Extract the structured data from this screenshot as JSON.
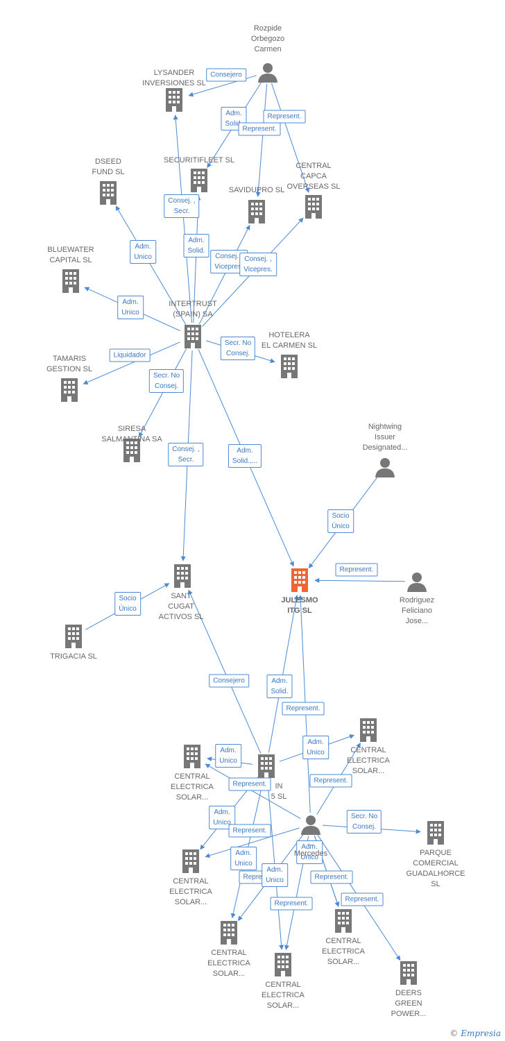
{
  "colors": {
    "node": "#777777",
    "main_node": "#ee6633",
    "edge": "#4a8ad6",
    "label_text": "#3b78c2"
  },
  "nodes": [
    {
      "id": "rozpide",
      "type": "person",
      "label": "Rozpide\nOrbegozo\nCarmen"
    },
    {
      "id": "lysander",
      "type": "company",
      "label": "LYSANDER\nINVERSIONES SL"
    },
    {
      "id": "securitifleet",
      "type": "company",
      "label": "SECURITIFLEET SL"
    },
    {
      "id": "dseed",
      "type": "company",
      "label": "DSEED\nFUND  SL"
    },
    {
      "id": "savidupro",
      "type": "company",
      "label": "SAVIDUPRO SL"
    },
    {
      "id": "capca",
      "type": "company",
      "label": "CENTRAL\nCAPCA\nOVERSEAS SL"
    },
    {
      "id": "bluewater",
      "type": "company",
      "label": "BLUEWATER\nCAPITAL SL"
    },
    {
      "id": "intertrust",
      "type": "company",
      "label": "INTERTRUST\n(SPAIN) SA"
    },
    {
      "id": "hotelera",
      "type": "company",
      "label": "HOTELERA\nEL CARMEN SL"
    },
    {
      "id": "tamaris",
      "type": "company",
      "label": "TAMARIS\nGESTION SL"
    },
    {
      "id": "siresa",
      "type": "company",
      "label": "SIRESA\nSALMANTINA SA"
    },
    {
      "id": "nightwing",
      "type": "person",
      "label": "Nightwing\nIssuer\nDesignated..."
    },
    {
      "id": "julesmo",
      "type": "main",
      "label": "JULESMO\nITG  SL"
    },
    {
      "id": "rodriguez",
      "type": "person",
      "label": "Rodriguez\nFeliciano\nJose..."
    },
    {
      "id": "santcugat",
      "type": "company",
      "label": "SANT\nCUGAT\nACTIVOS  SL"
    },
    {
      "id": "trigacia",
      "type": "company",
      "label": "TRIGACIA  SL"
    },
    {
      "id": "cesolar1",
      "type": "company",
      "label": "CENTRAL\nELECTRICA\nSOLAR..."
    },
    {
      "id": "cesolar2",
      "type": "company",
      "label": "CENTRAL\nELECTRICA\nSOLAR..."
    },
    {
      "id": "hub",
      "type": "company",
      "label": "IN\n5  SL"
    },
    {
      "id": "person2",
      "type": "person",
      "label": "...\nMercedes"
    },
    {
      "id": "parque",
      "type": "company",
      "label": "PARQUE\nCOMERCIAL\nGUADALHORCE SL"
    },
    {
      "id": "cesolar3",
      "type": "company",
      "label": "CENTRAL\nELECTRICA\nSOLAR..."
    },
    {
      "id": "cesolar4",
      "type": "company",
      "label": "CENTRAL\nELECTRICA\nSOLAR..."
    },
    {
      "id": "cesolar5",
      "type": "company",
      "label": "CENTRAL\nELECTRICA\nSOLAR..."
    },
    {
      "id": "cesolar6",
      "type": "company",
      "label": "CENTRAL\nELECTRICA\nSOLAR..."
    },
    {
      "id": "deers",
      "type": "company",
      "label": "DEERS\nGREEN\nPOWER..."
    }
  ],
  "edges": [
    {
      "from": "rozpide",
      "to": "lysander",
      "label": "Consejero"
    },
    {
      "from": "rozpide",
      "to": "securitifleet",
      "label": "Adm.\nSolid."
    },
    {
      "from": "rozpide",
      "to": "savidupro",
      "label": "Represent."
    },
    {
      "from": "rozpide",
      "to": "capca",
      "label": "Represent."
    },
    {
      "from": "intertrust",
      "to": "lysander",
      "label": "Consej. ,\nSecr."
    },
    {
      "from": "intertrust",
      "to": "dseed",
      "label": "Adm.\nUnico"
    },
    {
      "from": "intertrust",
      "to": "securitifleet",
      "label": "Adm.\nSolid."
    },
    {
      "from": "intertrust",
      "to": "savidupro",
      "label": "Consej. ,\nVicepres."
    },
    {
      "from": "intertrust",
      "to": "capca",
      "label": "Consej. ,\nVicepres."
    },
    {
      "from": "intertrust",
      "to": "bluewater",
      "label": "Adm.\nUnico"
    },
    {
      "from": "intertrust",
      "to": "hotelera",
      "label": "Secr.  No\nConsej."
    },
    {
      "from": "intertrust",
      "to": "tamaris",
      "label": "Liquidador"
    },
    {
      "from": "intertrust",
      "to": "siresa",
      "label": "Secr.  No\nConsej."
    },
    {
      "from": "intertrust",
      "to": "santcugat",
      "label": "Consej. ,\nSecr."
    },
    {
      "from": "intertrust",
      "to": "julesmo",
      "label": "Adm.\nSolid.,..."
    },
    {
      "from": "nightwing",
      "to": "julesmo",
      "label": "Socio\nÚnico"
    },
    {
      "from": "rodriguez",
      "to": "julesmo",
      "label": "Represent."
    },
    {
      "from": "trigacia",
      "to": "santcugat",
      "label": "Socio\nÚnico"
    },
    {
      "from": "hub",
      "to": "santcugat",
      "label": "Consejero"
    },
    {
      "from": "hub",
      "to": "julesmo",
      "label": "Adm.\nSolid."
    },
    {
      "from": "person2",
      "to": "julesmo",
      "label": "Represent."
    },
    {
      "from": "hub",
      "to": "cesolar2",
      "label": "Adm.\nUnico"
    },
    {
      "from": "hub",
      "to": "cesolar1",
      "label": "Adm.\nUnico"
    },
    {
      "from": "person2",
      "to": "cesolar2",
      "label": "Represent."
    },
    {
      "from": "person2",
      "to": "cesolar1",
      "label": "Represent."
    },
    {
      "from": "hub",
      "to": "cesolar3",
      "label": "Adm.\nUnico"
    },
    {
      "from": "person2",
      "to": "cesolar3",
      "label": "Represent."
    },
    {
      "from": "person2",
      "to": "parque",
      "label": "Secr.  No\nConsej."
    },
    {
      "from": "hub",
      "to": "cesolar4",
      "label": "Adm.\nUnico"
    },
    {
      "from": "person2",
      "to": "cesolar4",
      "label": "Repres."
    },
    {
      "from": "hub",
      "to": "cesolar5",
      "label": "Adm.\nUnico"
    },
    {
      "from": "person2",
      "to": "cesolar5",
      "label": "Represent."
    },
    {
      "from": "person2",
      "to": "cesolar6",
      "label": "Adm.\nUnico"
    },
    {
      "from": "person2",
      "to": "cesolar6",
      "label": "Represent."
    },
    {
      "from": "person2",
      "to": "deers",
      "label": "Represent."
    }
  ],
  "footer": {
    "copyright": "©",
    "brand": "Empresia"
  }
}
